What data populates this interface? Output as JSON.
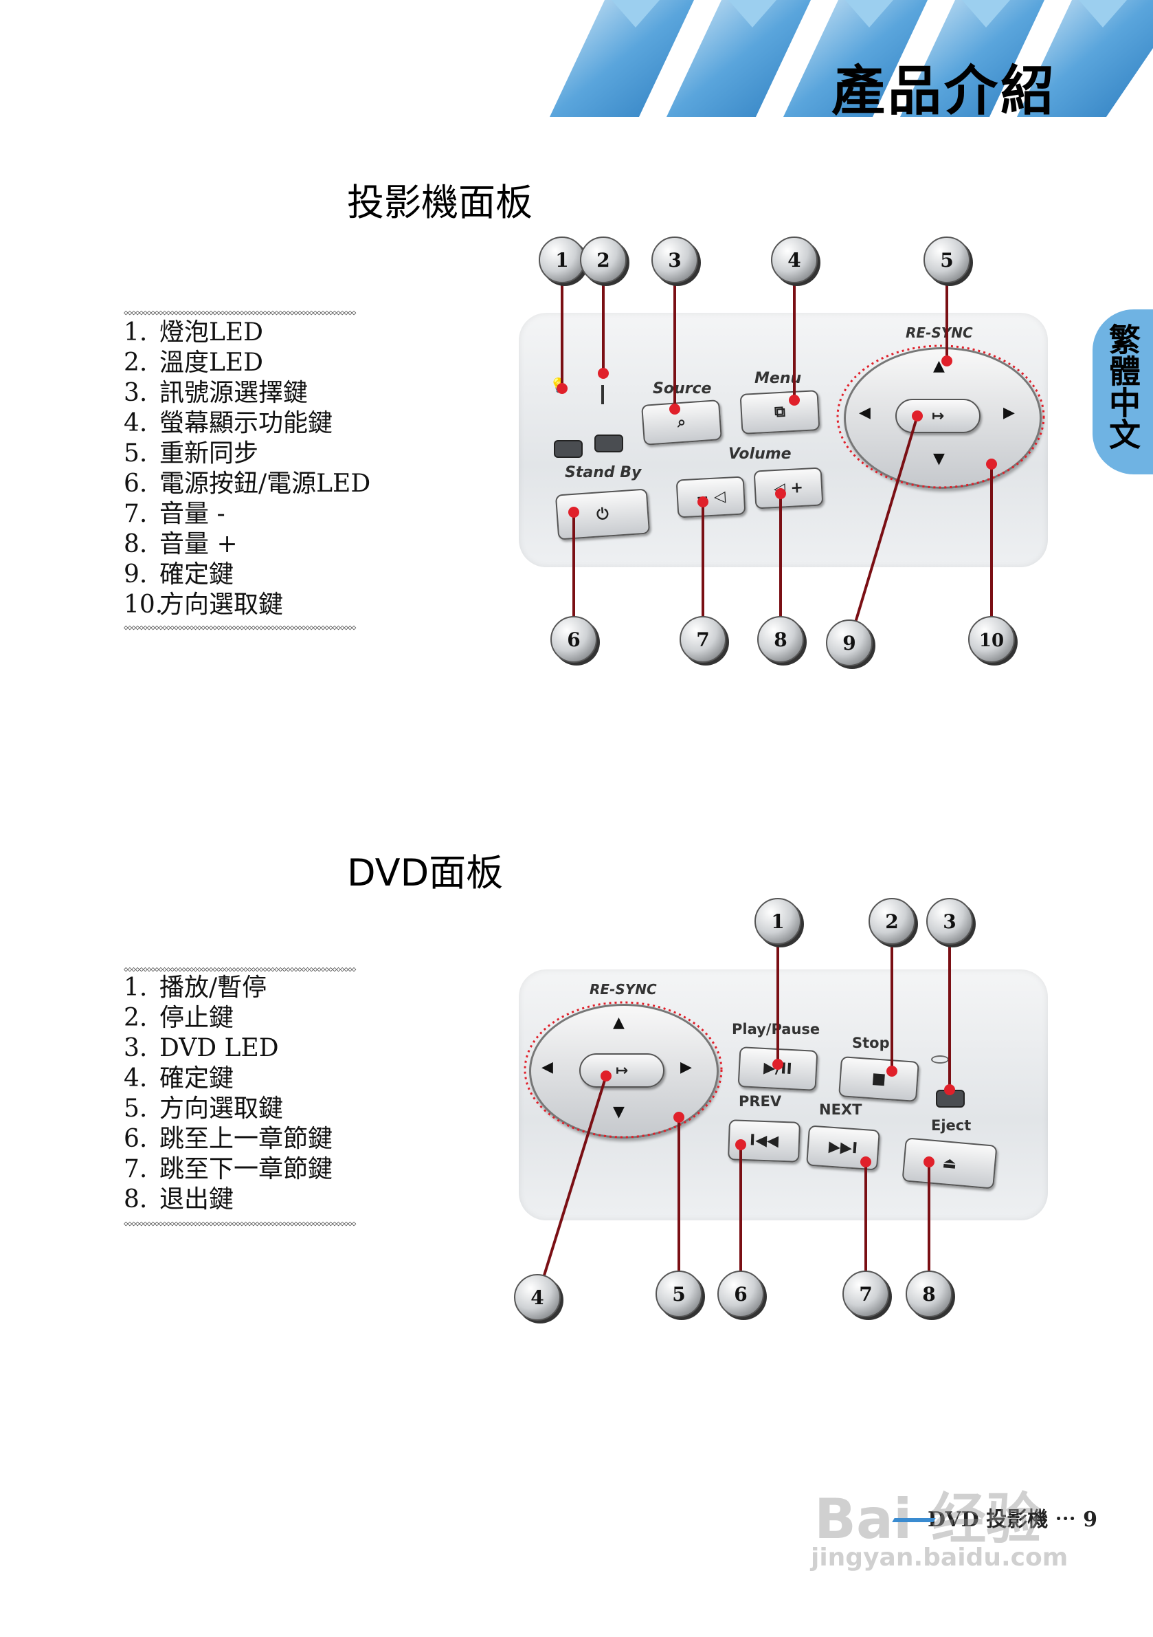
{
  "header": {
    "chapter_title": "產品介紹",
    "side_tab": "繁體中文"
  },
  "projector_panel": {
    "title": "投影機面板",
    "items": [
      {
        "num": "1.",
        "label": "燈泡LED"
      },
      {
        "num": "2.",
        "label": "溫度LED"
      },
      {
        "num": "3.",
        "label": "訊號源選擇鍵"
      },
      {
        "num": "4.",
        "label": "螢幕顯示功能鍵"
      },
      {
        "num": "5.",
        "label": "重新同步"
      },
      {
        "num": "6.",
        "label": "電源按鈕/電源LED"
      },
      {
        "num": "7.",
        "label": "音量 -"
      },
      {
        "num": "8.",
        "label": "音量 +"
      },
      {
        "num": "9.",
        "label": "確定鍵"
      },
      {
        "num": "10.",
        "label": "方向選取鍵"
      }
    ],
    "printed_labels": {
      "source": "Source",
      "menu": "Menu",
      "resync": "RE-SYNC",
      "standby": "Stand By",
      "volume": "Volume"
    },
    "callouts": [
      "1",
      "2",
      "3",
      "4",
      "5",
      "6",
      "7",
      "8",
      "9",
      "10"
    ]
  },
  "dvd_panel": {
    "title": "DVD面板",
    "items": [
      {
        "num": "1.",
        "label": "播放/暫停"
      },
      {
        "num": "2.",
        "label": "停止鍵"
      },
      {
        "num": "3.",
        "label": "DVD LED"
      },
      {
        "num": "4.",
        "label": "確定鍵"
      },
      {
        "num": "5.",
        "label": "方向選取鍵"
      },
      {
        "num": "6.",
        "label": "跳至上一章節鍵"
      },
      {
        "num": "7.",
        "label": "跳至下一章節鍵"
      },
      {
        "num": "8.",
        "label": "退出鍵"
      }
    ],
    "printed_labels": {
      "resync": "RE-SYNC",
      "play_pause": "Play/Pause",
      "stop": "Stop",
      "prev": "PREV",
      "next": "NEXT",
      "eject": "Eject"
    },
    "callouts": [
      "1",
      "2",
      "3",
      "4",
      "5",
      "6",
      "7",
      "8"
    ]
  },
  "footer": {
    "text": "DVD 投影機 ⋯ 9",
    "watermark": "Bai 经验",
    "watermark_url": "jingyan.baidu.com"
  },
  "colors": {
    "accent_blue": "#6fb3e3",
    "callout_red": "#7a0f14",
    "dot_red": "#e0202a"
  }
}
